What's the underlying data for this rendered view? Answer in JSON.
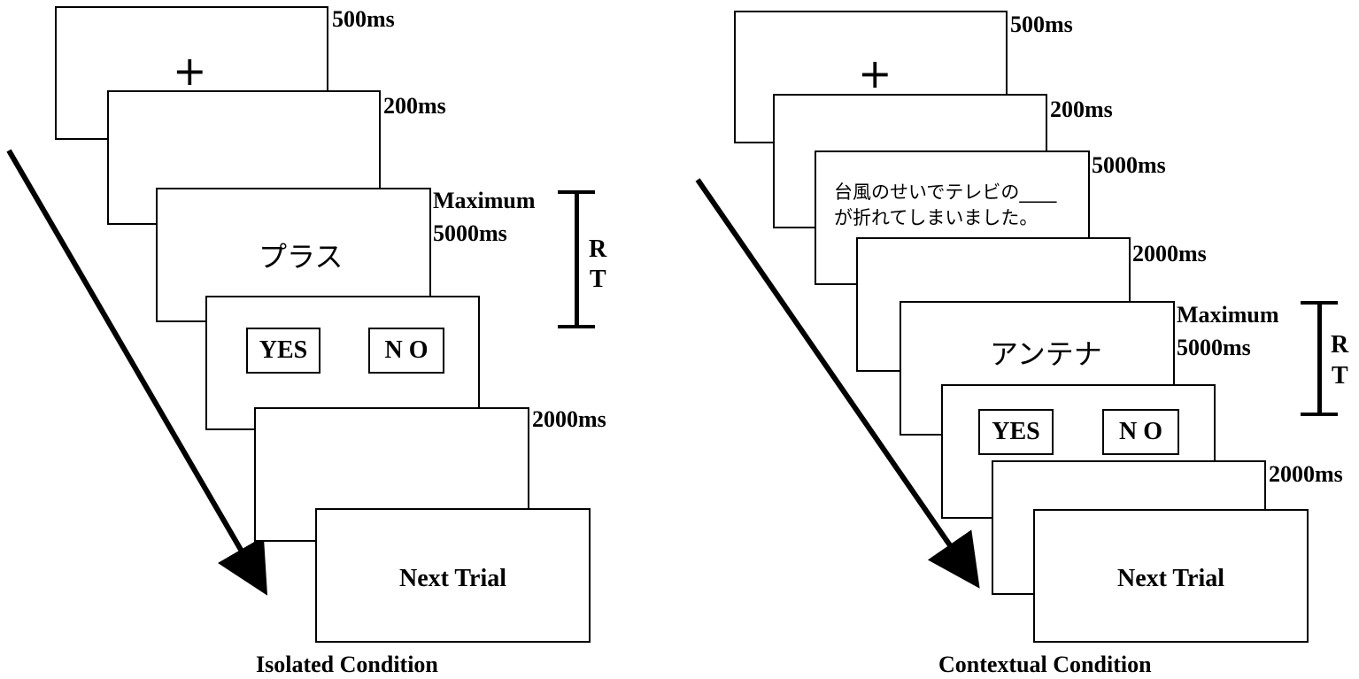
{
  "isolated": {
    "title": "Isolated Condition",
    "fixation": "+",
    "durations": {
      "fixation": "500ms",
      "blank1": "200ms",
      "target": "Maximum\n5000ms",
      "blank2": "2000ms"
    },
    "target_word": "プラス",
    "yes_label": "YES",
    "no_label": "N O",
    "next_label": "Next Trial",
    "rt_letters": [
      "R",
      "T"
    ]
  },
  "contextual": {
    "title": "Contextual Condition",
    "fixation": "+",
    "durations": {
      "fixation": "500ms",
      "blank1": "200ms",
      "sentence": "5000ms",
      "blank2": "2000ms",
      "target": "Maximum\n5000ms",
      "blank3": "2000ms"
    },
    "sentence_line1": "台風のせいでテレビの____",
    "sentence_line2": "が折れてしまいました。",
    "target_word": "アンテナ",
    "yes_label": "YES",
    "no_label": "N O",
    "next_label": "Next Trial",
    "rt_letters": [
      "R",
      "T"
    ]
  }
}
